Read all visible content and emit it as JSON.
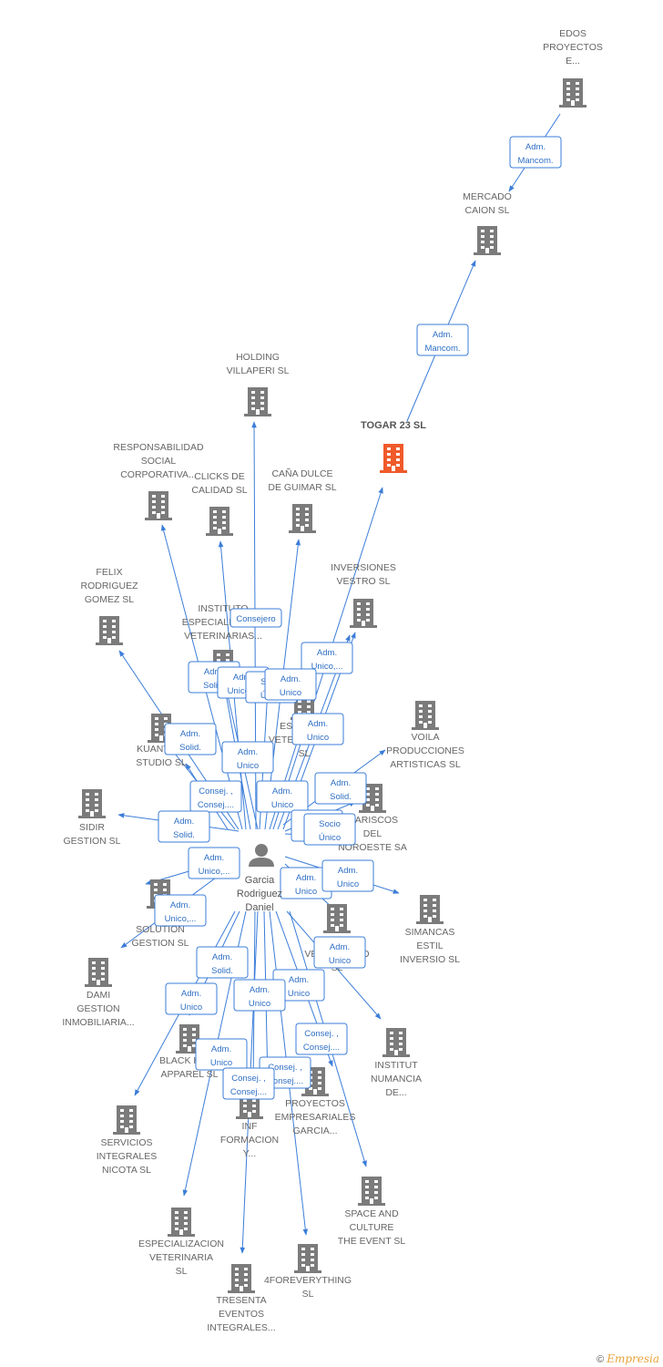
{
  "colors": {
    "edge": "#3b7dd8",
    "company": "#7b7b7b",
    "highlight": "#f05a2a",
    "person": "#7b7b7b"
  },
  "person": {
    "icon": "person-icon",
    "lines": [
      "Garcia",
      "Rodriguez",
      "Daniel"
    ]
  },
  "companies": [
    {
      "id": "edos",
      "lines": [
        "EDOS",
        "PROYECTOS",
        "E..."
      ]
    },
    {
      "id": "mercado",
      "lines": [
        "MERCADO",
        "CAION  SL"
      ]
    },
    {
      "id": "togar",
      "lines": [
        "TOGAR 23  SL"
      ],
      "highlight": true
    },
    {
      "id": "holding",
      "lines": [
        "HOLDING",
        "VILLAPERI  SL"
      ]
    },
    {
      "id": "responsabilidad",
      "lines": [
        "RESPONSABILIDAD",
        "SOCIAL",
        "CORPORATIVA..."
      ]
    },
    {
      "id": "clicks",
      "lines": [
        "CLICKS DE",
        "CALIDAD  SL"
      ]
    },
    {
      "id": "cana",
      "lines": [
        "CAÑA DULCE",
        "DE GUIMAR SL"
      ]
    },
    {
      "id": "inversiones",
      "lines": [
        "INVERSIONES",
        "VESTRO  SL"
      ]
    },
    {
      "id": "felix",
      "lines": [
        "FELIX",
        "RODRIGUEZ",
        "GOMEZ  SL"
      ]
    },
    {
      "id": "instituto",
      "lines": [
        "INSTITUTO",
        "ESPECIALIDADES",
        "VETERINARIAS..."
      ]
    },
    {
      "id": "estudios",
      "lines": [
        "ESTUDIOS",
        "VETERINARIOS",
        "SL"
      ]
    },
    {
      "id": "kuantiko",
      "lines": [
        "KUANTIKO",
        "STUDIO  SL"
      ]
    },
    {
      "id": "voila",
      "lines": [
        "VOILA",
        "PRODUCCIONES",
        "ARTISTICAS  SL"
      ]
    },
    {
      "id": "mariscos",
      "lines": [
        "MARISCOS",
        "DEL",
        "NOROESTE SA"
      ]
    },
    {
      "id": "sidir",
      "lines": [
        "SIDIR",
        "GESTION SL"
      ]
    },
    {
      "id": "dsolution",
      "lines": [
        "D",
        "SOLUTION",
        "GESTION  SL"
      ]
    },
    {
      "id": "simancas",
      "lines": [
        "SIMANCAS",
        "ESTIL",
        "INVERSIO SL"
      ]
    },
    {
      "id": "centro",
      "lines": [
        "CENTRO",
        "VETERINARIO",
        "SL"
      ]
    },
    {
      "id": "dami",
      "lines": [
        "DAMI",
        "GESTION",
        "INMOBILIARIA..."
      ]
    },
    {
      "id": "institut",
      "lines": [
        "INSTITUT",
        "NUMANCIA",
        "DE..."
      ]
    },
    {
      "id": "black",
      "lines": [
        "BLACK HOLE",
        "APPAREL  SL"
      ]
    },
    {
      "id": "proyectos",
      "lines": [
        "PROYECTOS",
        "EMPRESARIALES",
        "GARCIA..."
      ]
    },
    {
      "id": "inf",
      "lines": [
        "INF",
        "FORMACION",
        "Y..."
      ]
    },
    {
      "id": "servicios",
      "lines": [
        "SERVICIOS",
        "INTEGRALES",
        "NICOTA SL"
      ]
    },
    {
      "id": "space",
      "lines": [
        "SPACE AND",
        "CULTURE",
        "THE EVENT SL"
      ]
    },
    {
      "id": "especializacion",
      "lines": [
        "ESPECIALIZACION",
        "VETERINARIA",
        "SL"
      ]
    },
    {
      "id": "foreverything",
      "lines": [
        "4FOREVERYTHING",
        "SL"
      ]
    },
    {
      "id": "tresenta",
      "lines": [
        "TRESENTA",
        "EVENTOS",
        "INTEGRALES..."
      ]
    }
  ],
  "roles": [
    {
      "id": "r1",
      "lines": [
        "Adm.",
        "Mancom."
      ]
    },
    {
      "id": "r2",
      "lines": [
        "Adm.",
        "Mancom."
      ]
    },
    {
      "id": "r3",
      "lines": [
        "Consejero"
      ]
    },
    {
      "id": "r4",
      "lines": [
        "Adm.",
        "Unico,..."
      ]
    },
    {
      "id": "r5",
      "lines": [
        "Adm.",
        "Solid."
      ]
    },
    {
      "id": "r6",
      "lines": [
        "Adm.",
        "Unico,..."
      ]
    },
    {
      "id": "r7",
      "lines": [
        "Socio",
        "Único"
      ]
    },
    {
      "id": "r8",
      "lines": [
        "Adm.",
        "Unico"
      ]
    },
    {
      "id": "r9",
      "lines": [
        "Adm.",
        "Unico"
      ]
    },
    {
      "id": "r10",
      "lines": [
        "Adm.",
        "Solid."
      ]
    },
    {
      "id": "r11",
      "lines": [
        "Adm.",
        "Unico"
      ]
    },
    {
      "id": "r12",
      "lines": [
        "Consej. ,",
        "Consej...."
      ]
    },
    {
      "id": "r13",
      "lines": [
        "Adm.",
        "Unico"
      ]
    },
    {
      "id": "r14",
      "lines": [
        "Adm.",
        "Solid."
      ]
    },
    {
      "id": "r15",
      "lines": [
        "Adm.",
        "Unico"
      ]
    },
    {
      "id": "r16",
      "lines": [
        "Socio",
        "Único"
      ]
    },
    {
      "id": "r17",
      "lines": [
        "Adm.",
        "Solid."
      ]
    },
    {
      "id": "r18",
      "lines": [
        "Adm.",
        "Unico,..."
      ]
    },
    {
      "id": "r19",
      "lines": [
        "Adm.",
        "Unico"
      ]
    },
    {
      "id": "r20",
      "lines": [
        "Adm.",
        "Unico"
      ]
    },
    {
      "id": "r21",
      "lines": [
        "Adm.",
        "Unico,..."
      ]
    },
    {
      "id": "r22",
      "lines": [
        "Adm.",
        "Unico"
      ]
    },
    {
      "id": "r23",
      "lines": [
        "Adm.",
        "Solid."
      ]
    },
    {
      "id": "r24",
      "lines": [
        "Adm.",
        "Unico"
      ]
    },
    {
      "id": "r25",
      "lines": [
        "Adm.",
        "Unico"
      ]
    },
    {
      "id": "r26",
      "lines": [
        "Adm.",
        "Unico"
      ]
    },
    {
      "id": "r27",
      "lines": [
        "Consej. ,",
        "Consej...."
      ]
    },
    {
      "id": "r28",
      "lines": [
        "Adm.",
        "Unico"
      ]
    },
    {
      "id": "r29",
      "lines": [
        "Consej. ,",
        "Consej...."
      ]
    },
    {
      "id": "r30",
      "lines": [
        "Consej. ,",
        "Consej...."
      ]
    }
  ],
  "footer": {
    "copyright": "©",
    "brand": "Empresia"
  }
}
